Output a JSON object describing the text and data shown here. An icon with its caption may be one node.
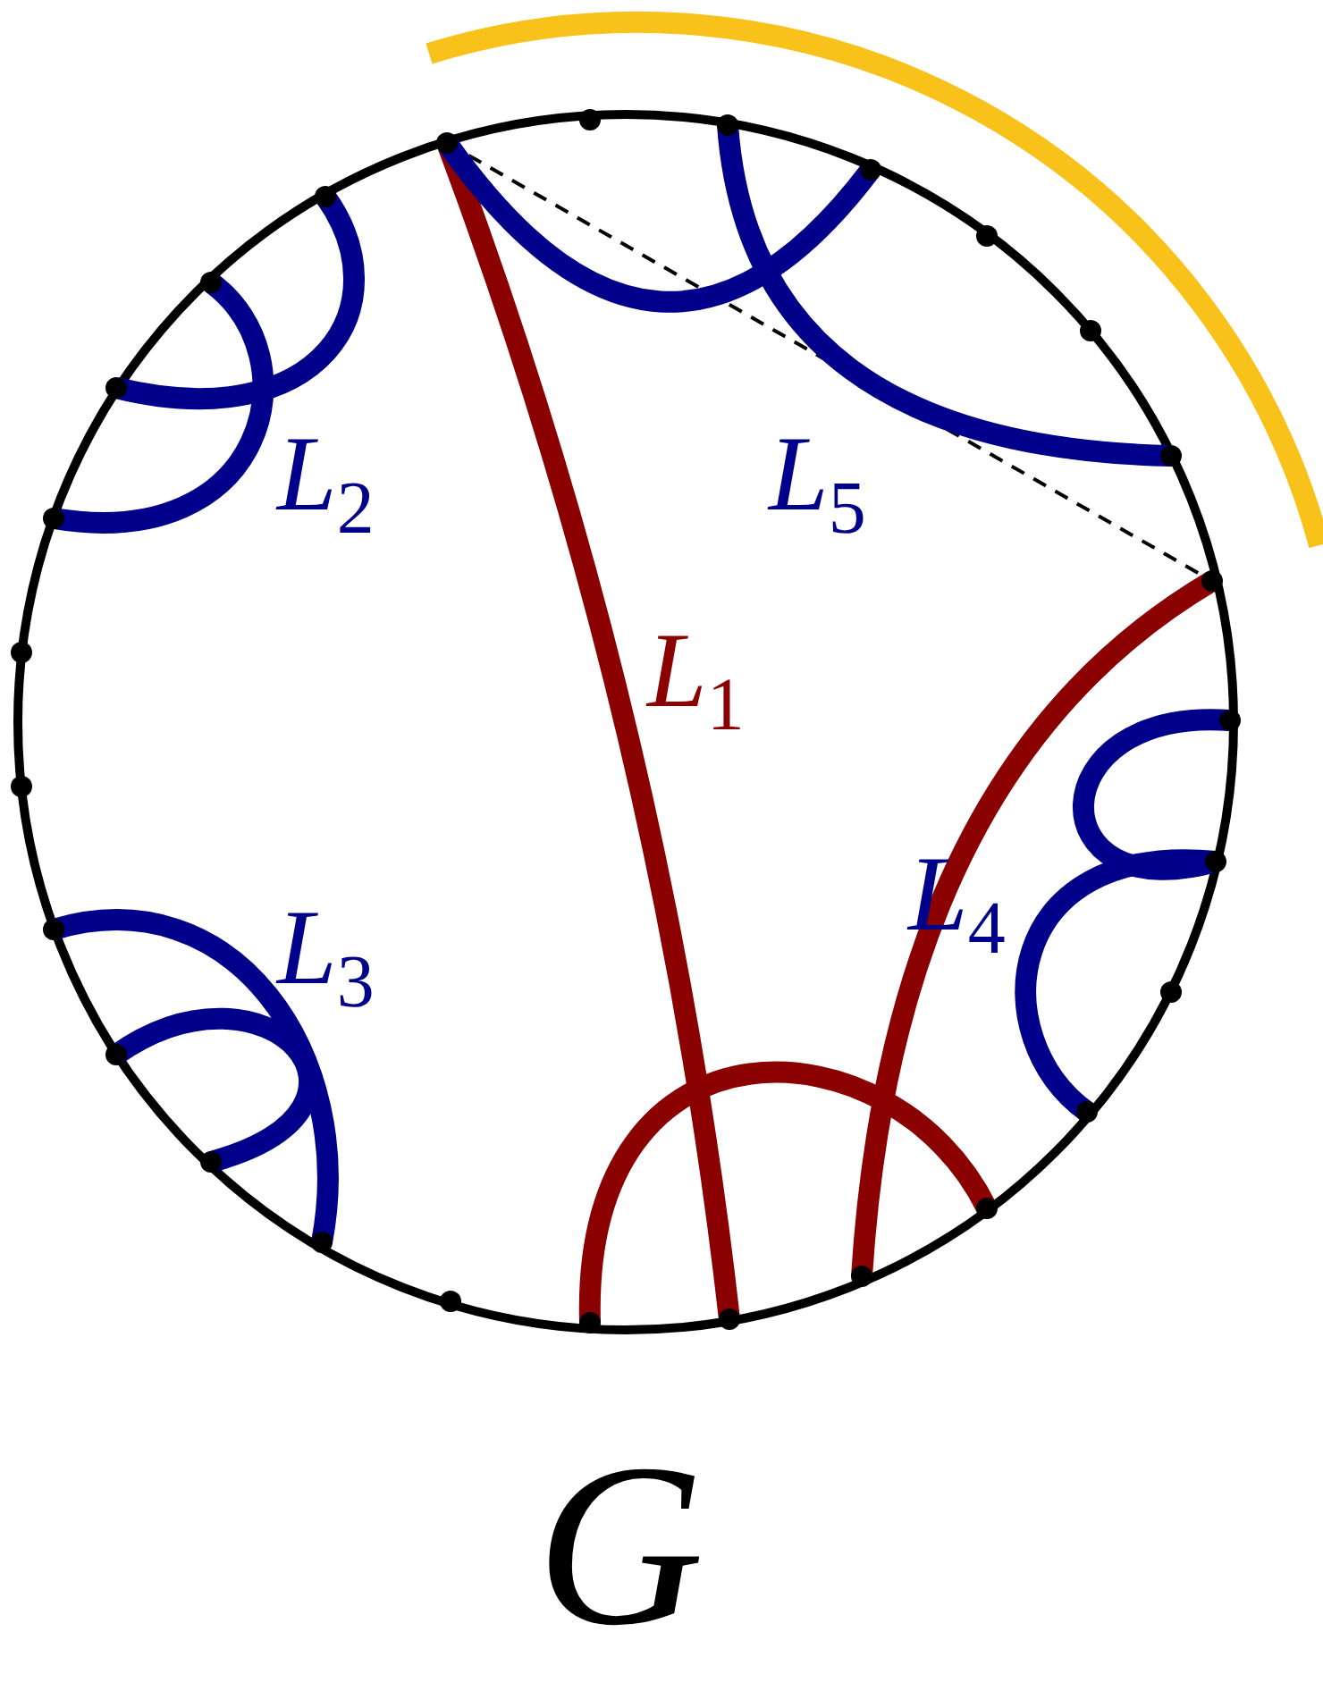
{
  "diagram": {
    "labels": [
      "L$_{2}$",
      "L$_{5}$",
      "L$_{1}$",
      "L$_{4}$",
      "L$_{3}$",
      "G"
    ]
  }
}
